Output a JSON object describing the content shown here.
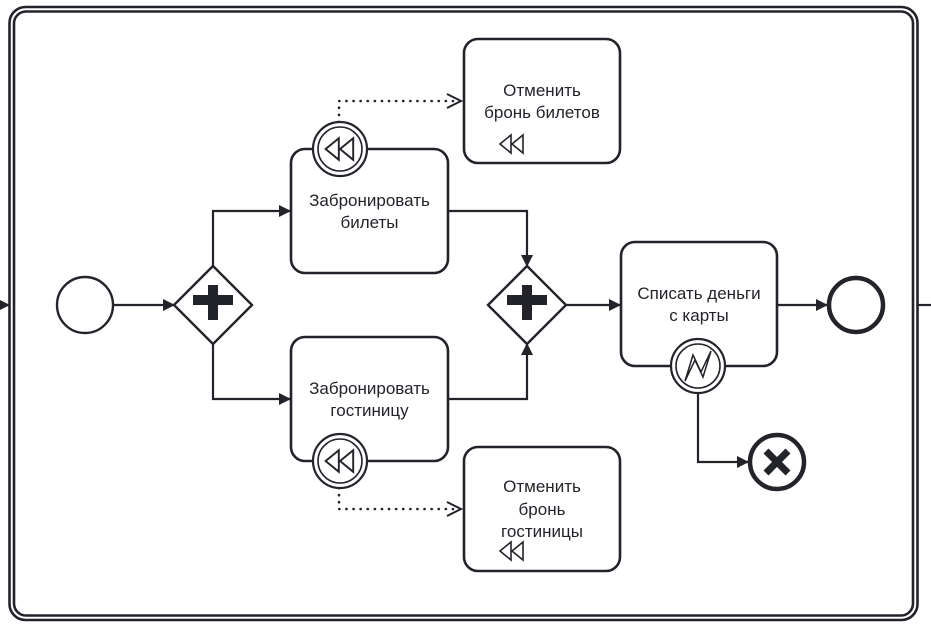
{
  "diagram": {
    "type": "BPMN transaction subprocess",
    "colors": {
      "stroke": "#22242a",
      "fill": "#ffffff",
      "text": "#22242a"
    },
    "tasks": {
      "book_tickets": {
        "lines": [
          "Забронировать",
          "билеты"
        ]
      },
      "book_hotel": {
        "lines": [
          "Забронировать",
          "гостиницу"
        ]
      },
      "cancel_tickets": {
        "lines": [
          "Отменить",
          "бронь билетов"
        ],
        "marker": "compensation-icon"
      },
      "cancel_hotel": {
        "lines": [
          "Отменить",
          "бронь",
          "гостиницы"
        ],
        "marker": "compensation-icon"
      },
      "charge_card": {
        "lines": [
          "Списать деньги",
          "с карты"
        ]
      }
    },
    "events": {
      "start": {
        "kind": "start-event"
      },
      "end": {
        "kind": "end-event"
      },
      "cancel_end": {
        "kind": "cancel-end-event",
        "icon": "cancel-x-icon"
      },
      "comp_boundary_tickets": {
        "kind": "compensation-boundary-event",
        "icon": "compensation-icon"
      },
      "comp_boundary_hotel": {
        "kind": "compensation-boundary-event",
        "icon": "compensation-icon"
      },
      "error_boundary_charge": {
        "kind": "error-boundary-event",
        "icon": "error-lightning-icon"
      }
    },
    "gateways": {
      "split": {
        "kind": "parallel-gateway",
        "icon": "plus-icon"
      },
      "join": {
        "kind": "parallel-gateway",
        "icon": "plus-icon"
      }
    }
  }
}
